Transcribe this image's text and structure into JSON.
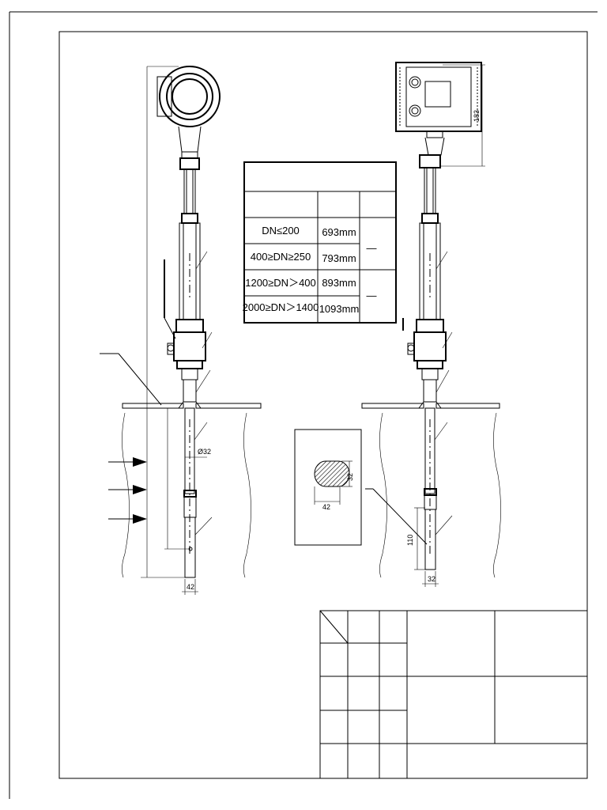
{
  "length_table": {
    "rows": [
      {
        "range": "DN≤200",
        "length": "693mm"
      },
      {
        "range": "400≥DN≥250",
        "length": "793mm"
      },
      {
        "range": "1200≥DN＞400",
        "length": "893mm"
      },
      {
        "range": "2000≥DN＞1400",
        "length": "1093mm"
      }
    ],
    "dash_marks": [
      "—",
      "—"
    ]
  },
  "left_view": {
    "dims": {
      "probe_diameter": "Ø32",
      "tip_width": "42"
    }
  },
  "right_view": {
    "dims": {
      "head_height": "183",
      "probe_length": "110",
      "tip_width": "32"
    }
  },
  "section_detail": {
    "dims": {
      "height": "32",
      "width": "42"
    }
  },
  "colors": {
    "line": "#000000",
    "background": "#ffffff"
  }
}
